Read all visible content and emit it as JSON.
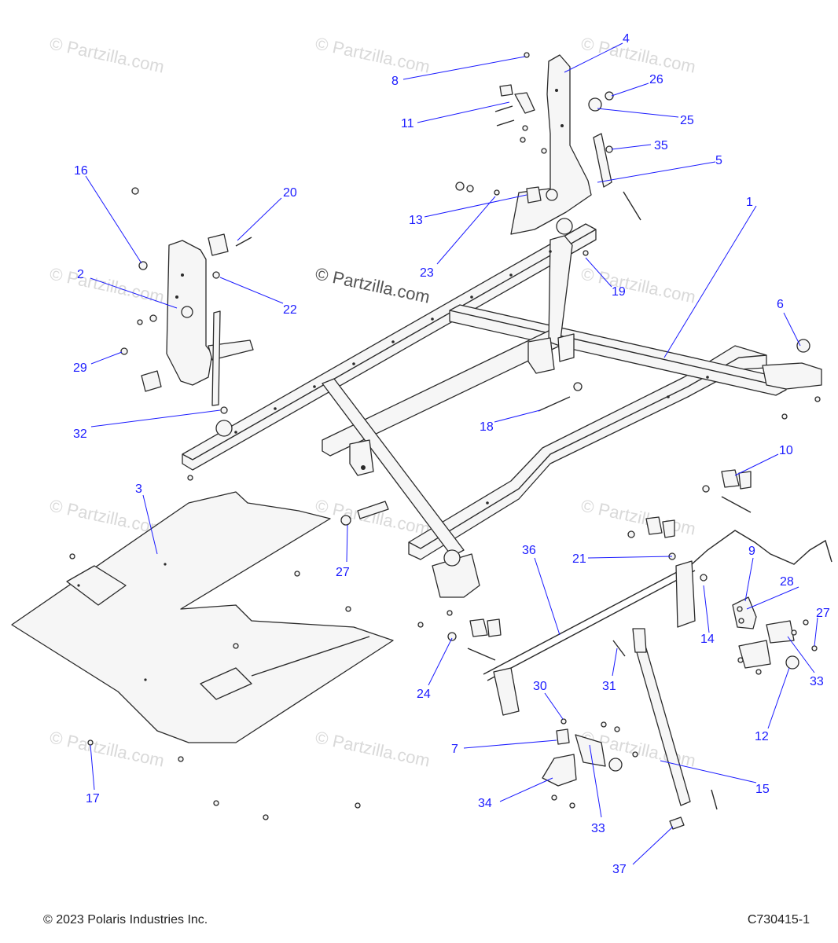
{
  "watermark": "© Partzilla.com",
  "footer": {
    "copyright": "© 2023 Polaris Industries Inc.",
    "diagram_id": "C730415-1"
  },
  "callouts": [
    {
      "id": "c1",
      "label": "1"
    },
    {
      "id": "c2",
      "label": "2"
    },
    {
      "id": "c3",
      "label": "3"
    },
    {
      "id": "c4",
      "label": "4"
    },
    {
      "id": "c5",
      "label": "5"
    },
    {
      "id": "c6",
      "label": "6"
    },
    {
      "id": "c7",
      "label": "7"
    },
    {
      "id": "c8",
      "label": "8"
    },
    {
      "id": "c9",
      "label": "9"
    },
    {
      "id": "c10",
      "label": "10"
    },
    {
      "id": "c11",
      "label": "11"
    },
    {
      "id": "c12",
      "label": "12"
    },
    {
      "id": "c13",
      "label": "13"
    },
    {
      "id": "c14",
      "label": "14"
    },
    {
      "id": "c15",
      "label": "15"
    },
    {
      "id": "c16",
      "label": "16"
    },
    {
      "id": "c17",
      "label": "17"
    },
    {
      "id": "c18",
      "label": "18"
    },
    {
      "id": "c19",
      "label": "19"
    },
    {
      "id": "c20",
      "label": "20"
    },
    {
      "id": "c21",
      "label": "21"
    },
    {
      "id": "c22",
      "label": "22"
    },
    {
      "id": "c23",
      "label": "23"
    },
    {
      "id": "c24",
      "label": "24"
    },
    {
      "id": "c25",
      "label": "25"
    },
    {
      "id": "c26",
      "label": "26"
    },
    {
      "id": "c27a",
      "label": "27"
    },
    {
      "id": "c27b",
      "label": "27"
    },
    {
      "id": "c28",
      "label": "28"
    },
    {
      "id": "c29",
      "label": "29"
    },
    {
      "id": "c30",
      "label": "30"
    },
    {
      "id": "c31",
      "label": "31"
    },
    {
      "id": "c32",
      "label": "32"
    },
    {
      "id": "c33a",
      "label": "33"
    },
    {
      "id": "c33b",
      "label": "33"
    },
    {
      "id": "c34",
      "label": "34"
    },
    {
      "id": "c35",
      "label": "35"
    },
    {
      "id": "c36",
      "label": "36"
    },
    {
      "id": "c37",
      "label": "37"
    }
  ]
}
